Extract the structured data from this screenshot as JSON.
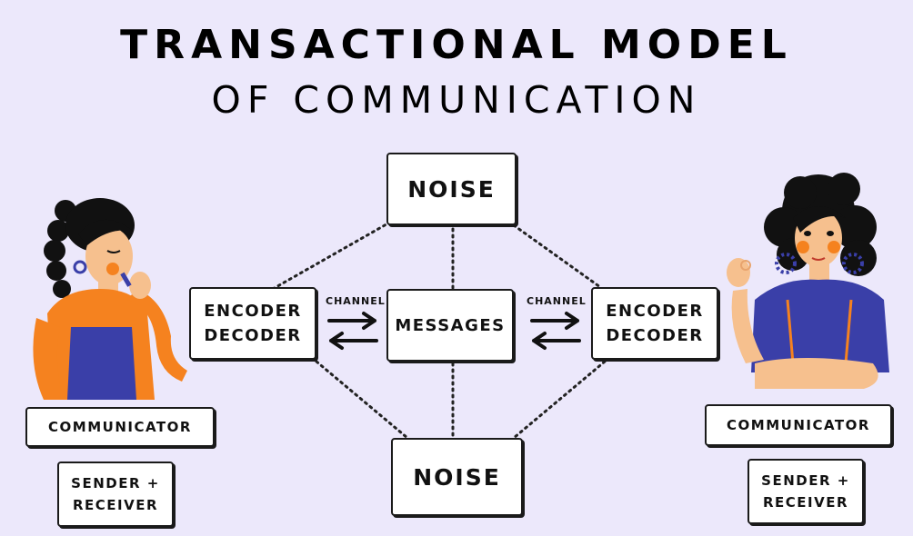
{
  "title": {
    "line1": "TRANSACTIONAL MODEL",
    "line2": "OF COMMUNICATION"
  },
  "boxes": {
    "noise_top": "NOISE",
    "noise_bottom": "NOISE",
    "messages": "MESSAGES",
    "left_encoder": "ENCODER",
    "left_decoder": "DECODER",
    "right_encoder": "ENCODER",
    "right_decoder": "DECODER"
  },
  "channels": {
    "left": "CHANNEL",
    "right": "CHANNEL"
  },
  "left_person": {
    "role": "COMMUNICATOR",
    "sub_line1": "SENDER +",
    "sub_line2": "RECEIVER"
  },
  "right_person": {
    "role": "COMMUNICATOR",
    "sub_line1": "SENDER +",
    "sub_line2": "RECEIVER"
  },
  "colors": {
    "background": "#ece8fb",
    "orange": "#f5821f",
    "blue": "#3a3fa8",
    "skin": "#f6c08e",
    "hair": "#111111"
  }
}
